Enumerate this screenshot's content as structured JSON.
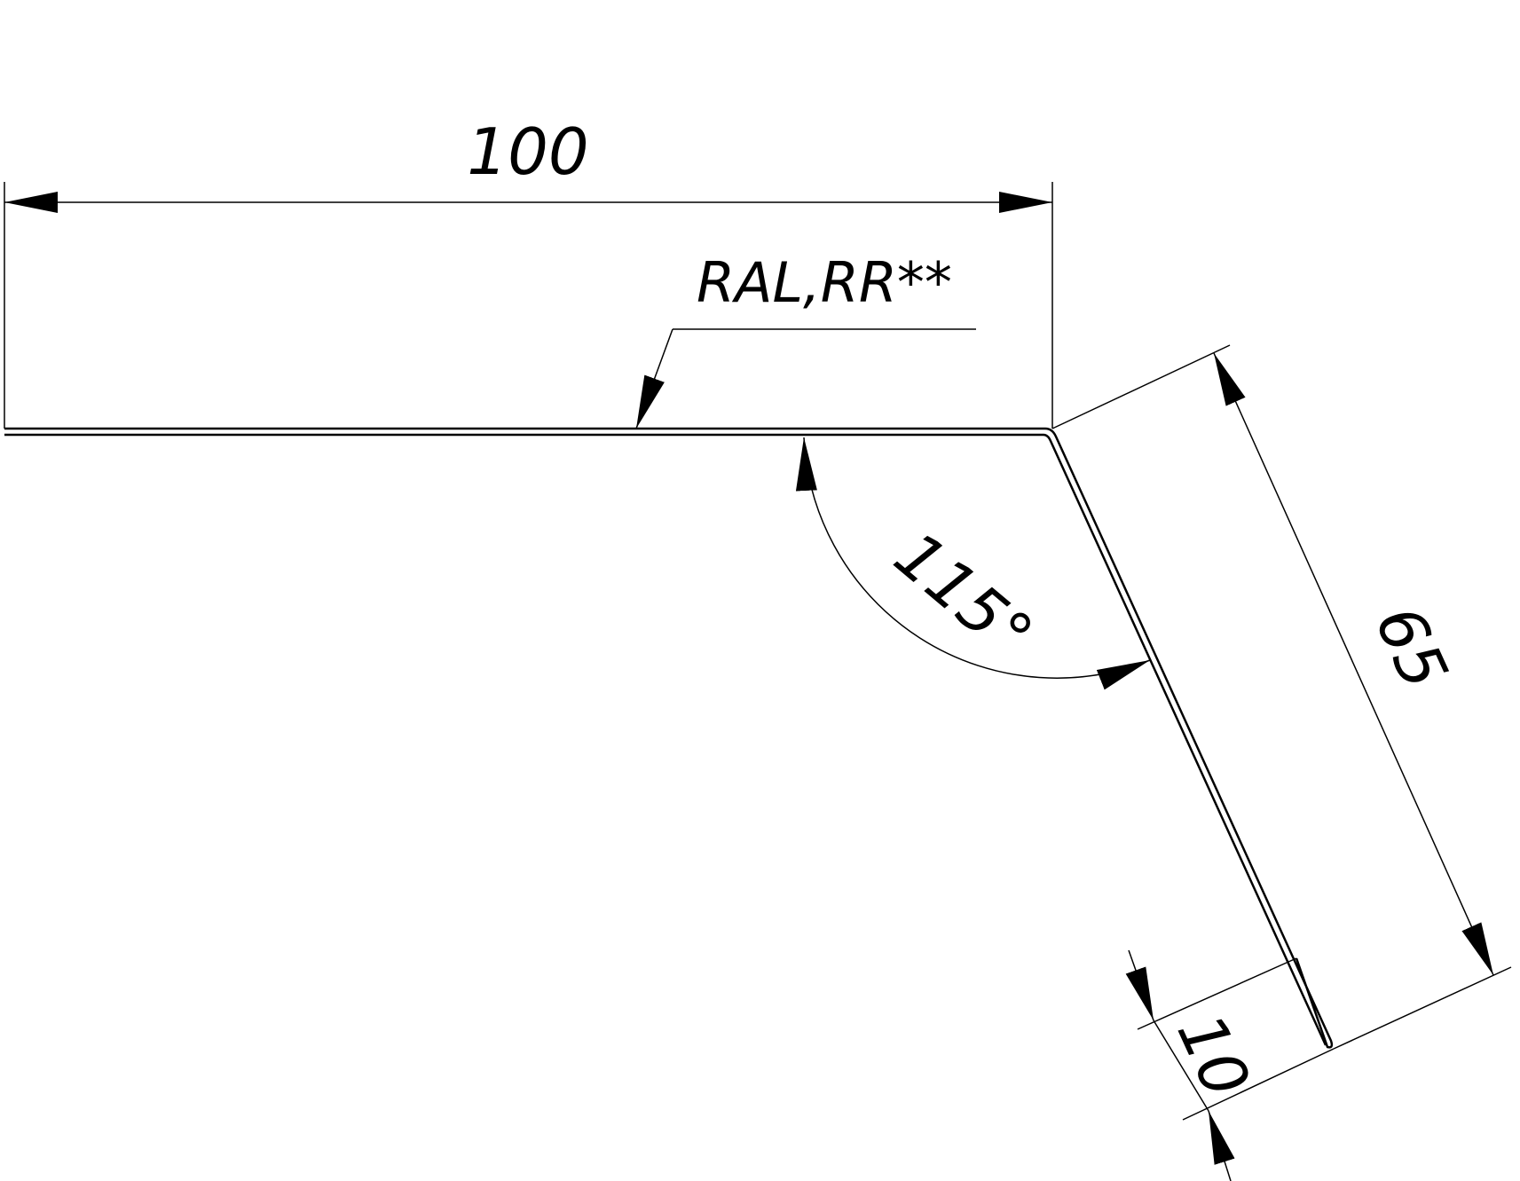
{
  "drawing": {
    "ink_color": "#000000",
    "background": "#ffffff",
    "dimensions": {
      "top_length": "100",
      "slope_length": "65",
      "fold_length": "10",
      "bend_angle": "115°"
    },
    "coating_label": "RAL,RR**"
  }
}
